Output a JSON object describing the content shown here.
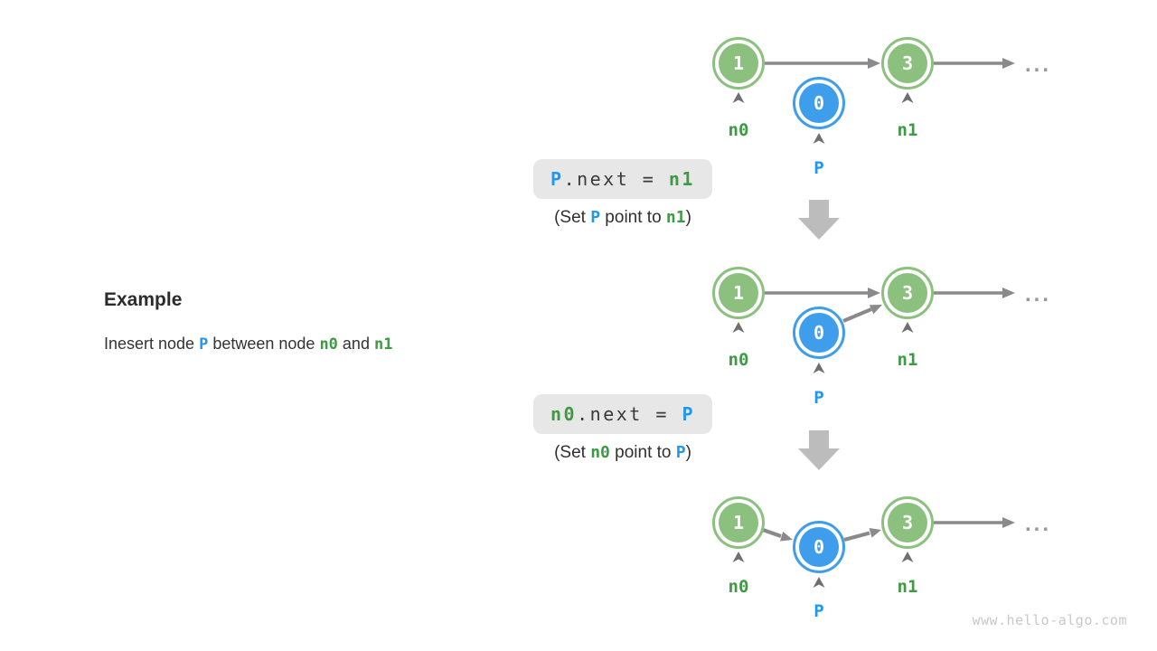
{
  "colors": {
    "node_green": "#8bc07e",
    "node_blue": "#3f9eeb",
    "label_green": "#3e9a43",
    "label_blue": "#2196f3",
    "arrow_gray": "#8a8a8a",
    "block_arrow_gray": "#bcbcbc",
    "code_box_bg": "#e7e7e7",
    "text_dark": "#333333",
    "watermark_gray": "#c8c8c8"
  },
  "example": {
    "heading": "Example",
    "sentence": {
      "part1": "Inesert node ",
      "ref_p": "P",
      "part2": " between node ",
      "ref_n0": "n0",
      "part3": " and ",
      "ref_n1": "n1"
    }
  },
  "steps": [
    {
      "code": {
        "lhs": "P",
        "op": ".next = ",
        "rhs": "n1"
      },
      "caption": {
        "open": "(Set ",
        "ref1": "P",
        "mid": " point to ",
        "ref2": "n1",
        "close": ")"
      }
    },
    {
      "code": {
        "lhs": "n0",
        "op": ".next = ",
        "rhs": "P"
      },
      "caption": {
        "open": "(Set ",
        "ref1": "n0",
        "mid": " point to ",
        "ref2": "P",
        "close": ")"
      }
    }
  ],
  "nodes": {
    "n0_value": "1",
    "p_value": "0",
    "n1_value": "3",
    "n0_label": "n0",
    "p_label": "P",
    "n1_label": "n1",
    "ellipsis": "..."
  },
  "watermark": "www.hello-algo.com"
}
